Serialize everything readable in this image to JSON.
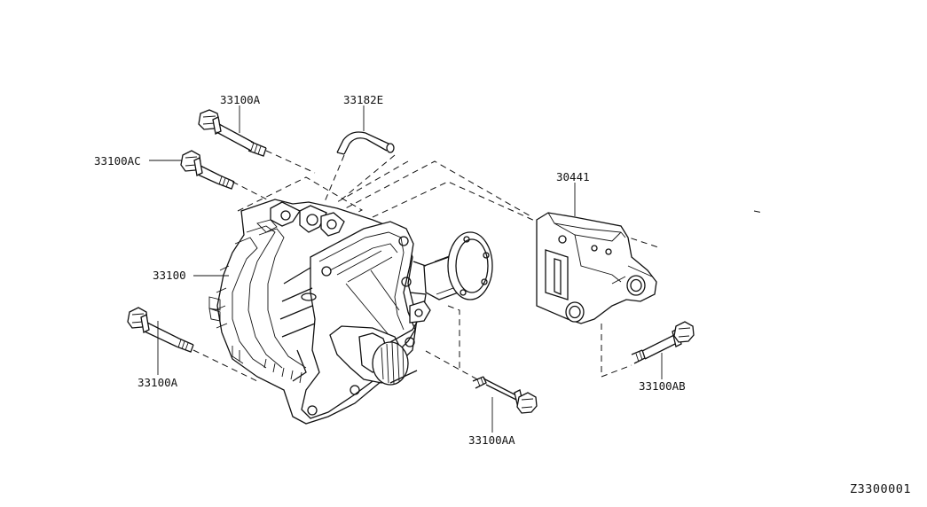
{
  "diagram_id": "Z3300001",
  "labels": {
    "bolt_top": "33100A",
    "bolt_ac": "33100AC",
    "hose": "33182E",
    "transfer": "33100",
    "bolt_bottom_left": "33100A",
    "bolt_aa": "33100AA",
    "bracket": "30441",
    "bolt_ab": "33100AB"
  }
}
